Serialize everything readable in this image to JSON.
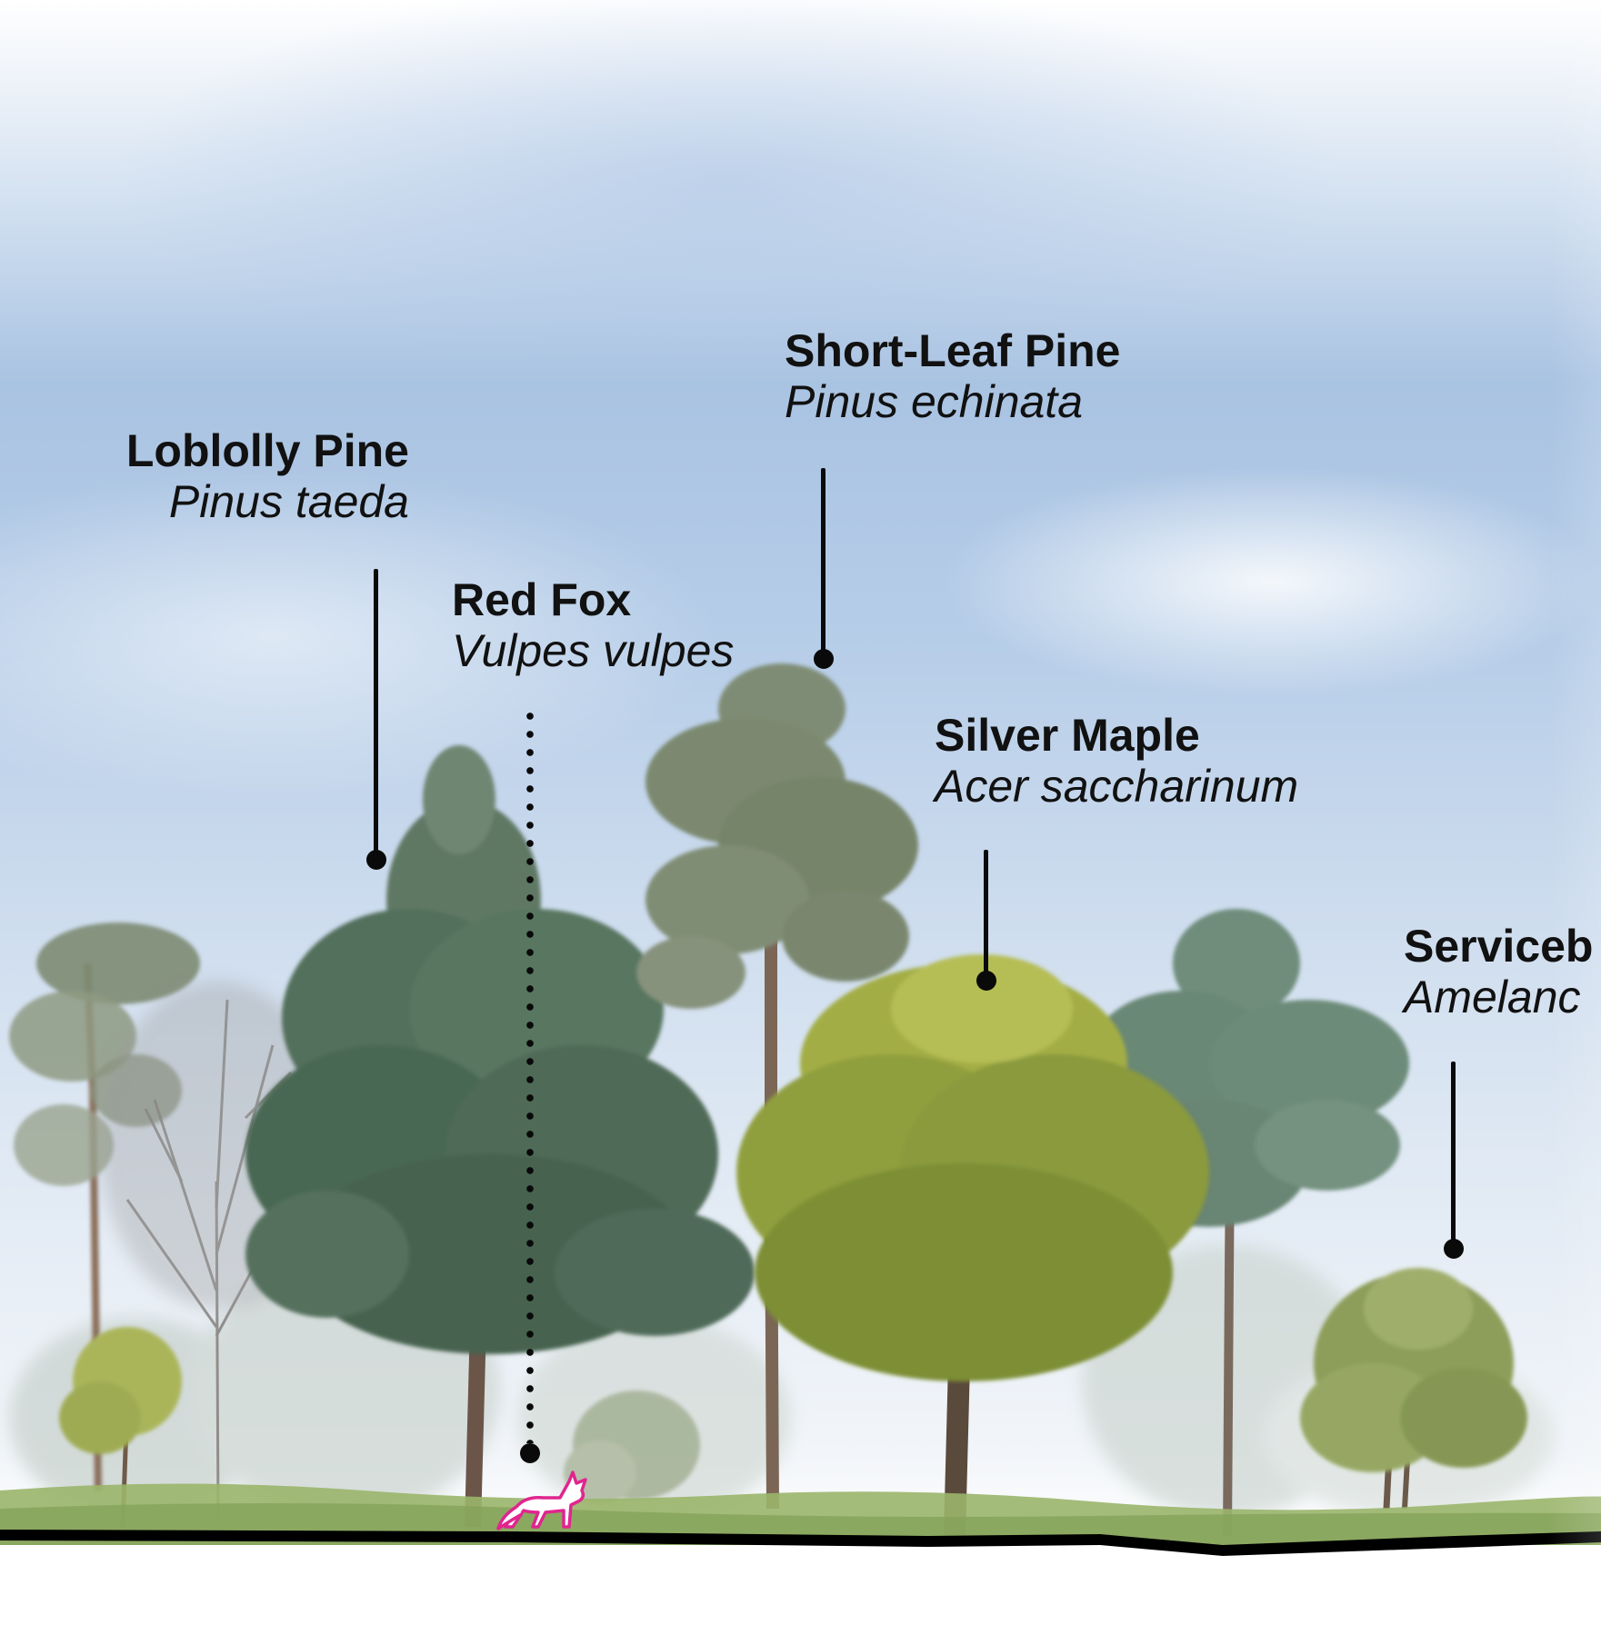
{
  "diagram": {
    "species": [
      {
        "id": "loblolly-pine",
        "common_name": "Loblolly Pine",
        "scientific_name": "Pinus taeda"
      },
      {
        "id": "short-leaf-pine",
        "common_name": "Short-Leaf Pine",
        "scientific_name": "Pinus echinata"
      },
      {
        "id": "red-fox",
        "common_name": "Red Fox",
        "scientific_name": "Vulpes vulpes"
      },
      {
        "id": "silver-maple",
        "common_name": "Silver Maple",
        "scientific_name": "Acer saccharinum"
      },
      {
        "id": "serviceberry",
        "common_name": "Serviceb",
        "scientific_name": "Amelanc"
      }
    ],
    "colors": {
      "sky_top": "#ffffff",
      "sky_mid": "#a9c3e2",
      "label_text": "#111111",
      "leader_line": "#0a0a0a",
      "pine_green": "#4d6a55",
      "maple_green": "#8a9a3c",
      "grass": "#9ab56a",
      "ground_line": "#000000",
      "fox_outline": "#e0258f"
    },
    "icons": [
      "red-fox-icon"
    ]
  }
}
